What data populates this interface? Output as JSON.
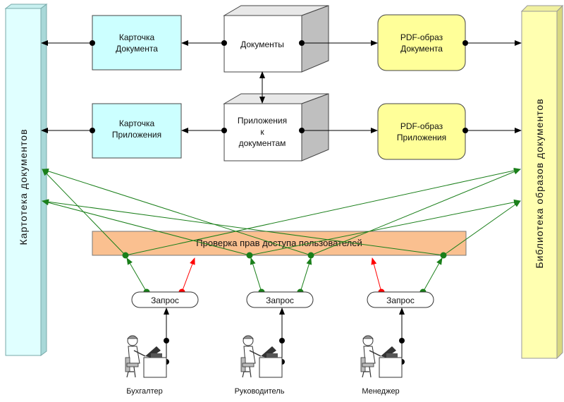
{
  "left_bar": {
    "label": "Картотека документов"
  },
  "right_bar": {
    "label": "Библиотека образов документов"
  },
  "cards": {
    "document": {
      "line1": "Карточка",
      "line2": "Документа"
    },
    "attachment": {
      "line1": "Карточка",
      "line2": "Приложения"
    }
  },
  "cubes": {
    "documents": {
      "label": "Документы"
    },
    "attachments": {
      "line1": "Приложения",
      "line2": "к",
      "line3": "документам"
    }
  },
  "pdf": {
    "document": {
      "line1": "PDF-образ",
      "line2": "Документа"
    },
    "attachment": {
      "line1": "PDF-образ",
      "line2": "Приложения"
    }
  },
  "access_check": {
    "label": "Проверка прав доступа пользователей"
  },
  "request_label": "Запрос",
  "users": [
    {
      "name": "Бухгалтер"
    },
    {
      "name": "Руководитель"
    },
    {
      "name": "Менеджер"
    }
  ],
  "colors": {
    "left_bar_fill": "#e0ffff",
    "right_bar_fill": "#ffffb0",
    "card_fill": "#ccffff",
    "pdf_fill": "#ffff99",
    "access_fill": "#fac090",
    "cube_side": "#bfbfbf",
    "grant_arrow": "#1a7f1a",
    "deny_arrow": "#ff0000"
  }
}
